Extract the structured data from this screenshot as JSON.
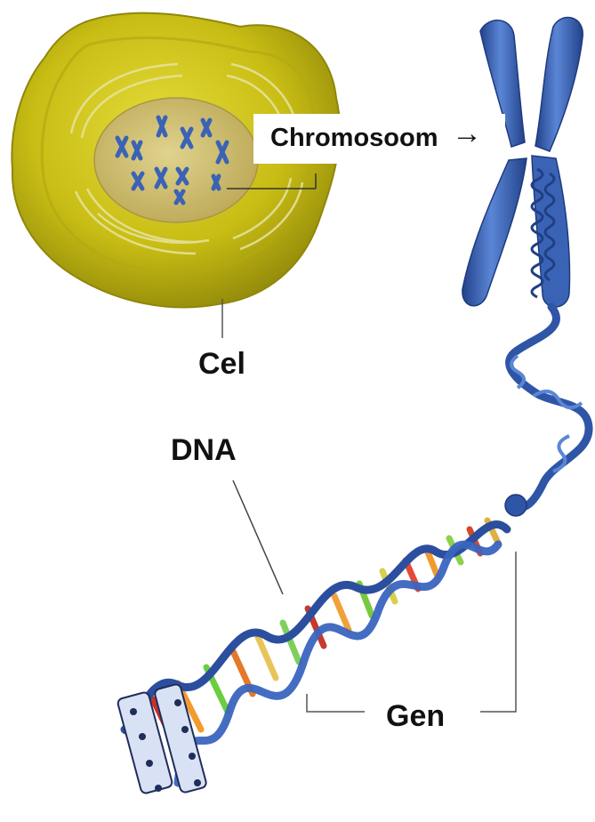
{
  "labels": {
    "chromosome": "Chromosoom",
    "chromosome_arrow": "→",
    "cell": "Cel",
    "dna": "DNA",
    "gene": "Gen"
  },
  "colors": {
    "cell_body": "#c8bd14",
    "cell_edge": "#8f870a",
    "nucleus": "#cfc07a",
    "chromosome": "#3b63b5",
    "chromosome_dark": "#23428a",
    "dna_backbone": "#2b4f9e",
    "leader_line": "#333333"
  }
}
